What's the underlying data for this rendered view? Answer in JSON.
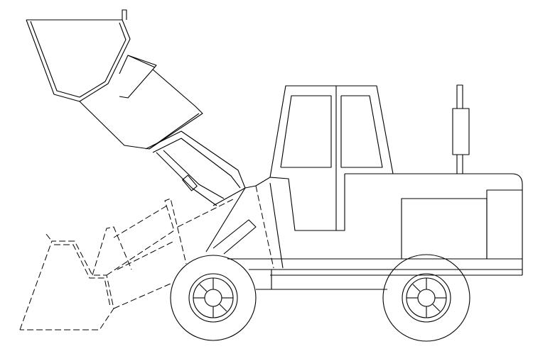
{
  "drawing": {
    "subject": "wheel-loader",
    "line_color": "#000000",
    "background": "#ffffff",
    "views": [
      "bucket-raised",
      "bucket-lowered-dashed"
    ]
  }
}
